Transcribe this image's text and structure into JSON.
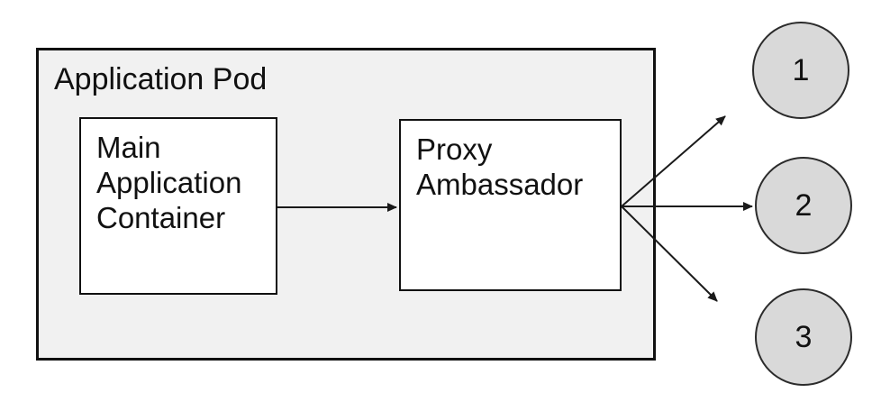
{
  "diagram": {
    "pod": {
      "label": "Application Pod"
    },
    "nodes": [
      {
        "id": "main-application-container",
        "label": "Main Application Container"
      },
      {
        "id": "proxy-ambassador",
        "label": "Proxy Ambassador"
      }
    ],
    "connections": [
      {
        "from": "main-application-container",
        "to": "proxy-ambassador"
      },
      {
        "from": "proxy-ambassador",
        "to": "endpoint-1"
      },
      {
        "from": "proxy-ambassador",
        "to": "endpoint-2"
      },
      {
        "from": "proxy-ambassador",
        "to": "endpoint-3"
      }
    ],
    "endpoints": [
      {
        "id": "endpoint-1",
        "label": "1"
      },
      {
        "id": "endpoint-2",
        "label": "2"
      },
      {
        "id": "endpoint-3",
        "label": "3"
      }
    ],
    "colors": {
      "pod_fill": "#f1f1f1",
      "node_fill": "#ffffff",
      "endpoint_fill": "#d9d9d9",
      "stroke": "#111111"
    }
  }
}
